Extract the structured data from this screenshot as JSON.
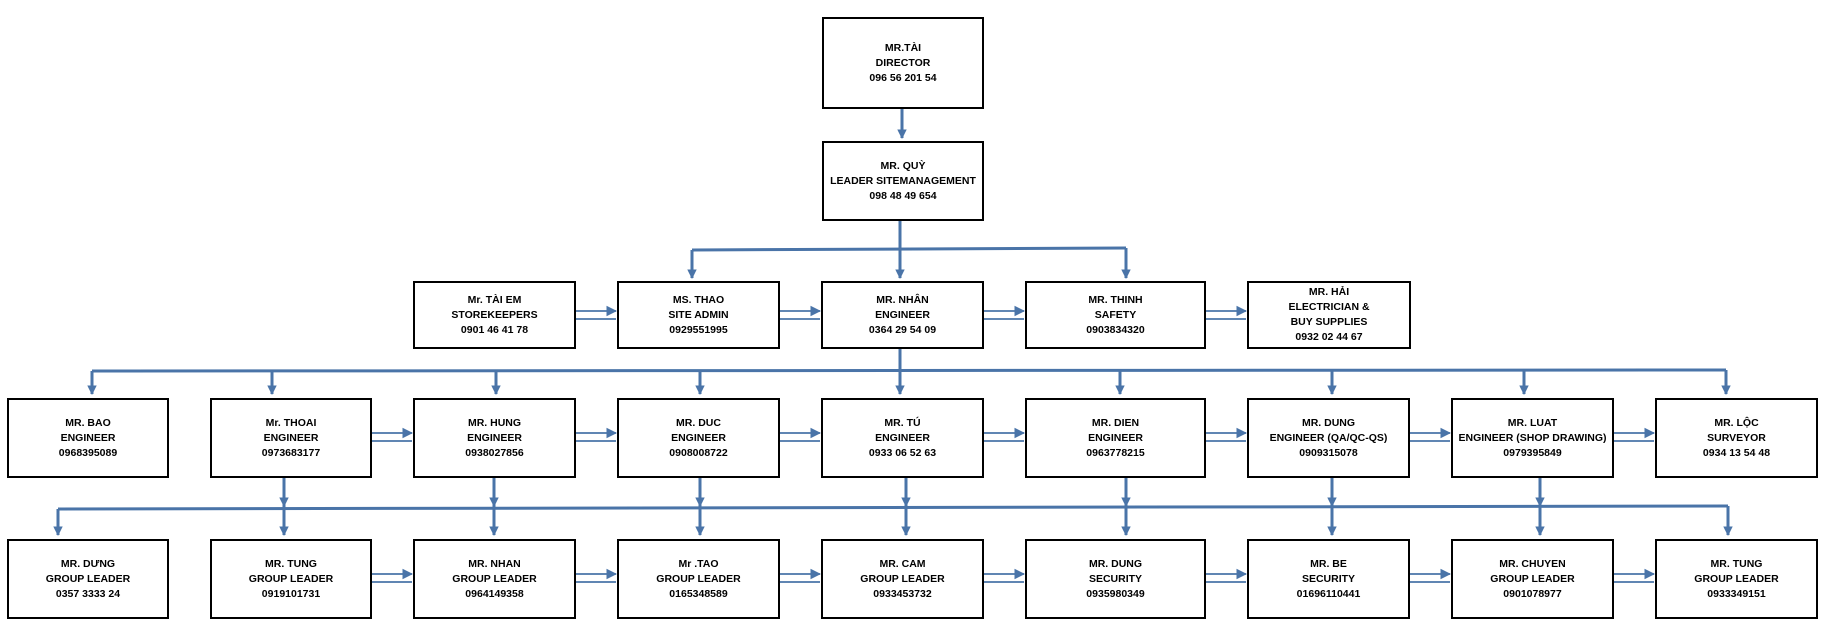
{
  "colors": {
    "connector": "#4a74a8",
    "box_border": "#000000"
  },
  "nodes": {
    "tai": {
      "name": "MR.TÀI",
      "role": "DIRECTOR",
      "phone": "096 56 201 54"
    },
    "quy": {
      "name": "MR. QUỲ",
      "role": "LEADER SITEMANAGEMENT",
      "phone": "098 48 49 654"
    },
    "tai_em": {
      "name": "Mr. TÀI EM",
      "role": "STOREKEEPERS",
      "phone": "0901 46 41 78"
    },
    "thao": {
      "name": "MS. THAO",
      "role": "SITE ADMIN",
      "phone": "0929551995"
    },
    "nhan_eng": {
      "name": "MR. NHÂN",
      "role": "ENGINEER",
      "phone": "0364 29 54 09"
    },
    "thinh": {
      "name": "MR. THINH",
      "role": "SAFETY",
      "phone": "0903834320"
    },
    "hai": {
      "name": "MR. HẢI",
      "role": "ELECTRICIAN &",
      "role2": "BUY SUPPLIES",
      "phone": "0932 02 44 67"
    },
    "bao": {
      "name": "MR. BAO",
      "role": "ENGINEER",
      "phone": "0968395089"
    },
    "thoai": {
      "name": "Mr. THOAI",
      "role": "ENGINEER",
      "phone": "0973683177"
    },
    "hung": {
      "name": "MR. HUNG",
      "role": "ENGINEER",
      "phone": "0938027856"
    },
    "duc": {
      "name": "MR. DUC",
      "role": "ENGINEER",
      "phone": "0908008722"
    },
    "tu": {
      "name": "MR. TÚ",
      "role": "ENGINEER",
      "phone": "0933 06 52 63"
    },
    "dien": {
      "name": "MR. DIEN",
      "role": "ENGINEER",
      "phone": "0963778215"
    },
    "dung_eng": {
      "name": "MR. DUNG",
      "role": "ENGINEER (QA/QC-QS)",
      "phone": "0909315078"
    },
    "luat": {
      "name": "MR. LUAT",
      "role": "ENGINEER (SHOP DRAWING)",
      "phone": "0979395849"
    },
    "loc": {
      "name": "MR. LỘC",
      "role": "SURVEYOR",
      "phone": "0934 13 54 48"
    },
    "dung_gl": {
      "name": "MR. DƯNG",
      "role": "GROUP LEADER",
      "phone": "0357 3333 24"
    },
    "tung1": {
      "name": "MR. TUNG",
      "role": "GROUP LEADER",
      "phone": "0919101731"
    },
    "nhan_gl": {
      "name": "MR. NHAN",
      "role": "GROUP LEADER",
      "phone": "0964149358"
    },
    "tao": {
      "name": "Mr .TAO",
      "role": "GROUP LEADER",
      "phone": "0165348589"
    },
    "cam": {
      "name": "MR. CAM",
      "role": "GROUP LEADER",
      "phone": "0933453732"
    },
    "dung_sec": {
      "name": "MR. DUNG",
      "role": "SECURITY",
      "phone": "0935980349"
    },
    "be": {
      "name": "MR. BE",
      "role": "SECURITY",
      "phone": "01696110441"
    },
    "chuyen": {
      "name": "MR. CHUYEN",
      "role": "GROUP LEADER",
      "phone": "0901078977"
    },
    "tung2": {
      "name": "MR. TUNG",
      "role": "GROUP LEADER",
      "phone": "0933349151"
    }
  }
}
